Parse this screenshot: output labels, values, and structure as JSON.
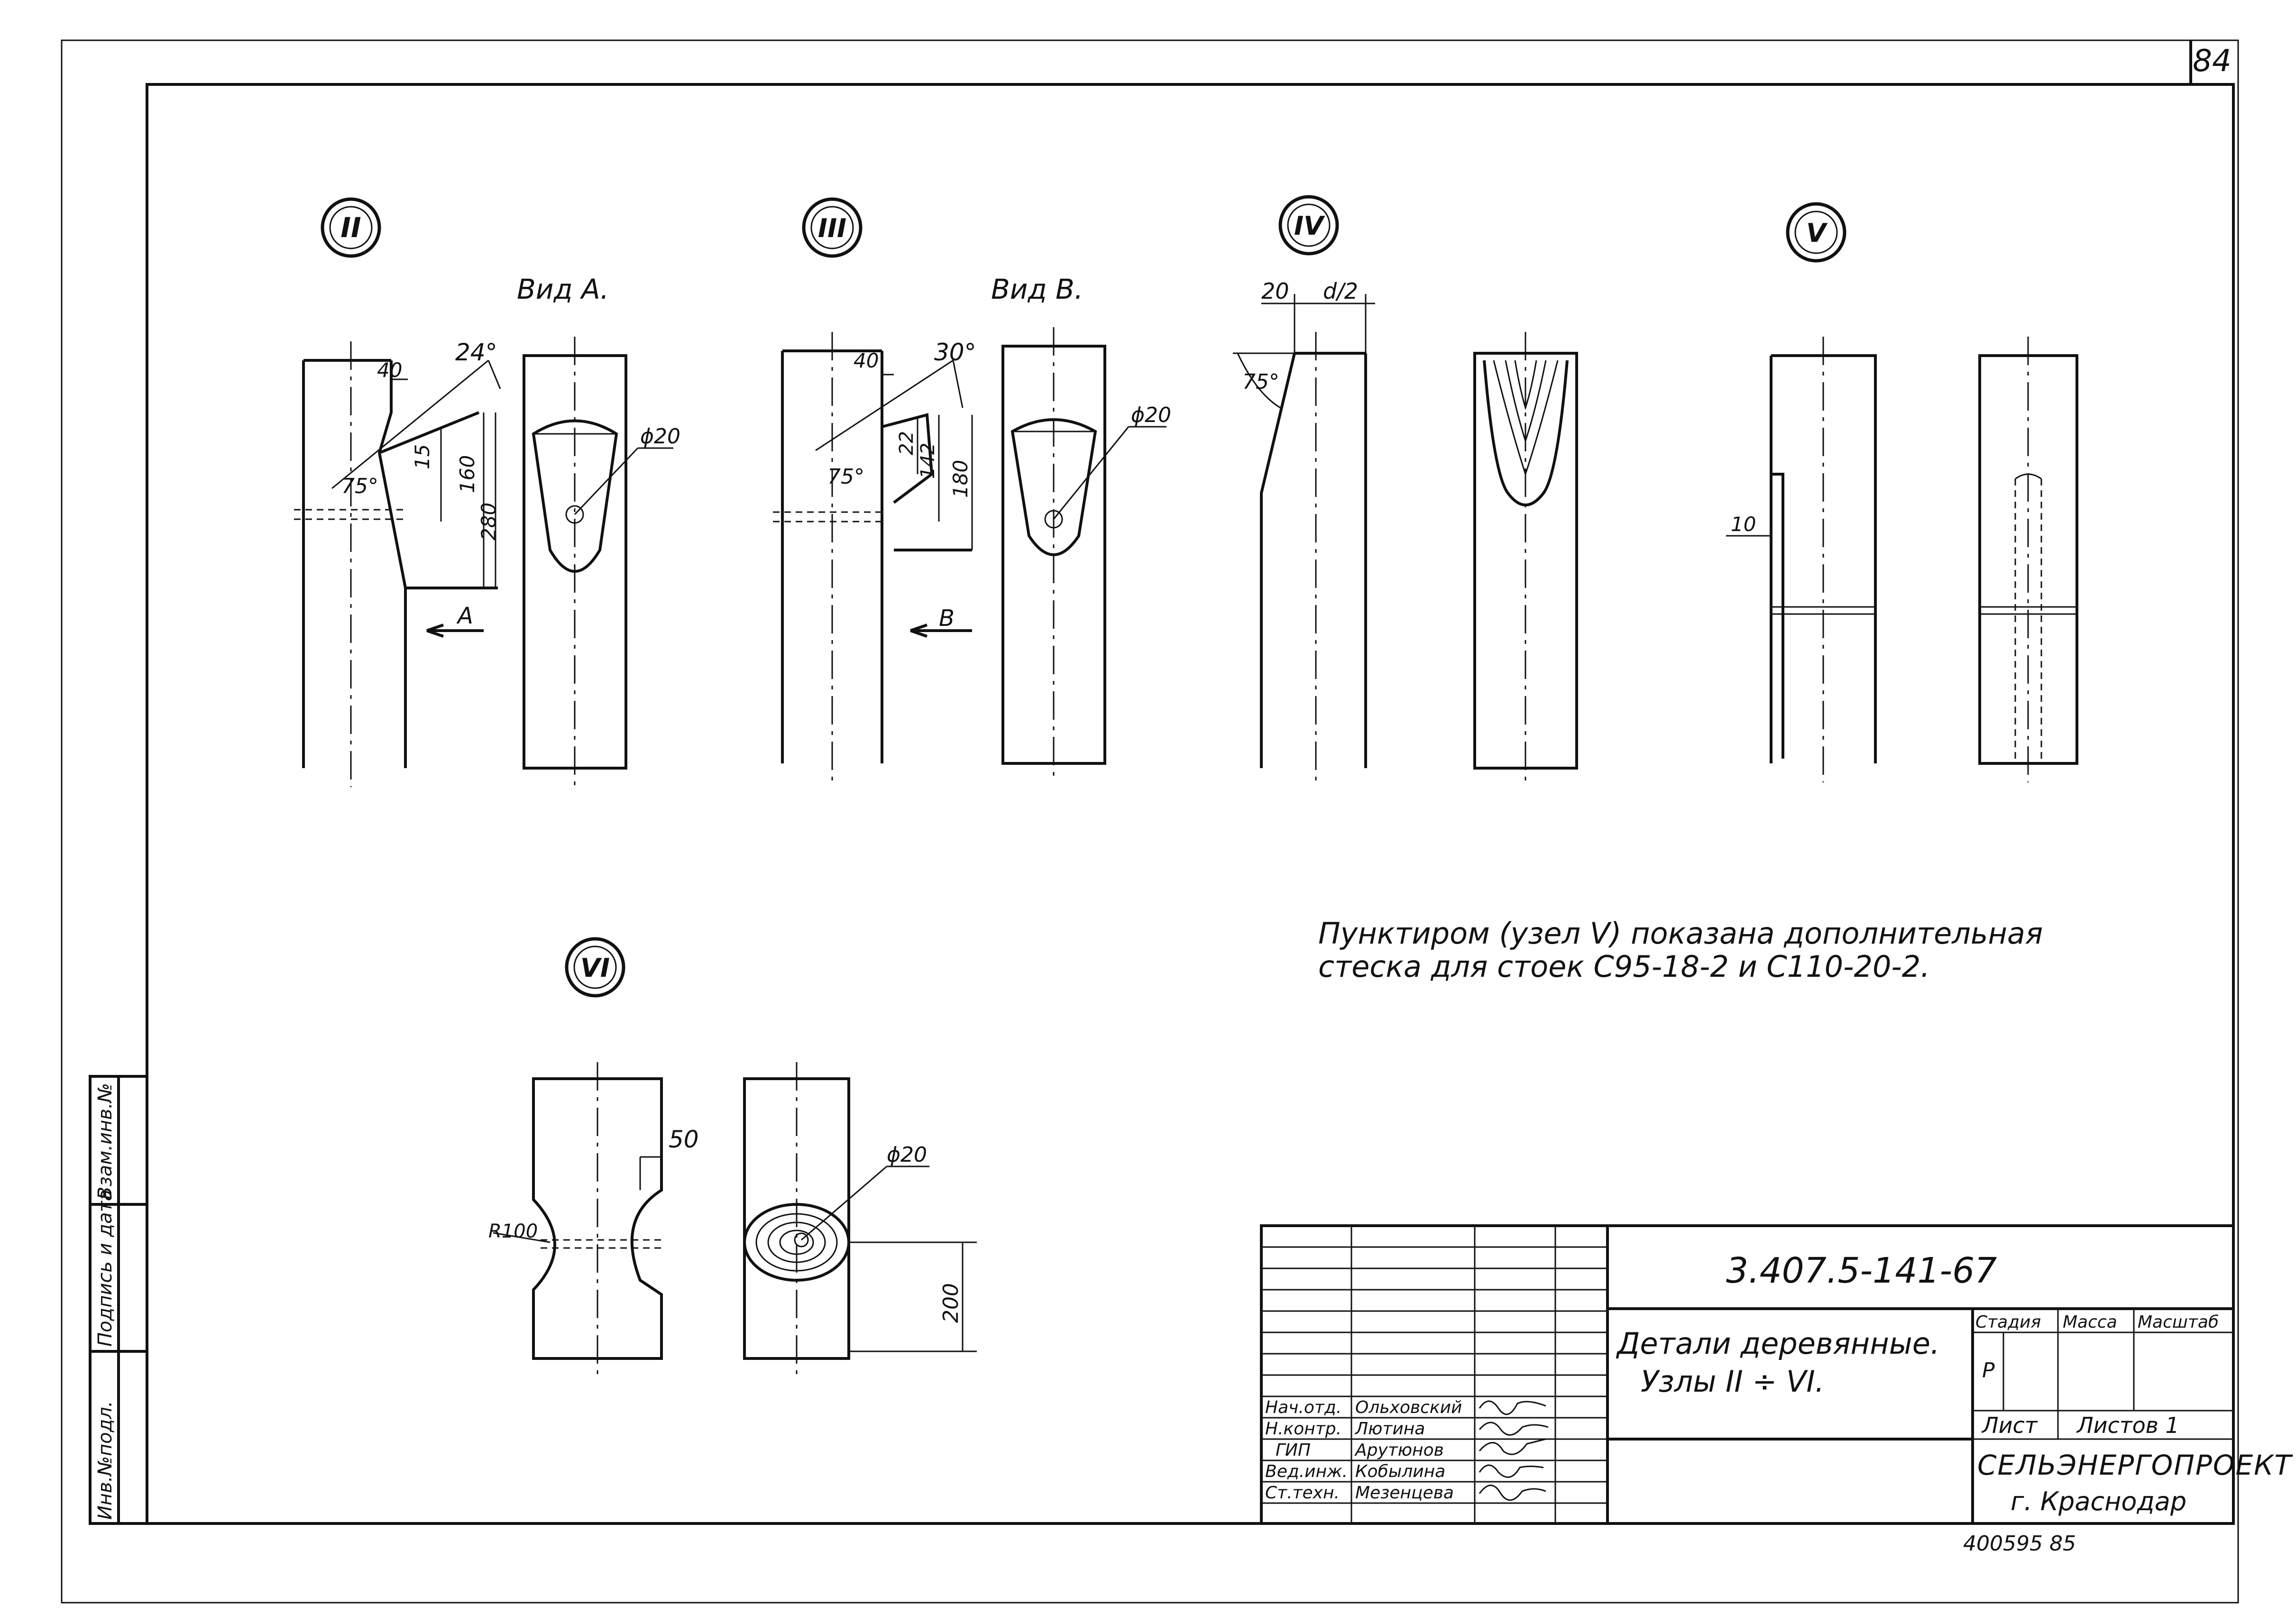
{
  "sheet": {
    "corner_number": "84",
    "inventory": "400595   85"
  },
  "nodes": {
    "n2": {
      "roman": "II",
      "view_label": "Вид А.",
      "arrow_label": "А",
      "angle_top": "24°",
      "angle_left": "75°",
      "dims": [
        "40",
        "15",
        "160",
        "280"
      ],
      "hole": "ϕ20"
    },
    "n3": {
      "roman": "III",
      "view_label": "Вид В.",
      "arrow_label": "В",
      "angle_top": "30°",
      "angle_left": "75°",
      "dims": [
        "40",
        "22",
        "142",
        "180"
      ],
      "hole": "ϕ20"
    },
    "n4": {
      "roman": "IV",
      "dims": [
        "20",
        "d/2"
      ],
      "angle": "75°"
    },
    "n5": {
      "roman": "V",
      "dims": [
        "10"
      ]
    },
    "n6": {
      "roman": "VI",
      "dims": [
        "50",
        "200"
      ],
      "radius": "R100",
      "hole": "ϕ20"
    }
  },
  "note": {
    "line1": "Пунктиром (узел V) показана дополнительная",
    "line2": "стеска для стоек С95-18-2 и С110-20-2."
  },
  "title_block": {
    "doc_number": "3.407.5-141-67",
    "title_line1": "Детали деревянные.",
    "title_line2": "Узлы II ÷ VI.",
    "stage_header": "Стадия",
    "mass_header": "Масса",
    "scale_header": "Масштаб",
    "stage_value": "Р",
    "sheet_label": "Лист",
    "sheets_label": "Листов 1",
    "org": "СЕЛЬЭНЕРГОПРОЕКТ",
    "city": "г. Краснодар",
    "signatures": [
      {
        "role": "Нач.отд.",
        "name": "Ольховский"
      },
      {
        "role": "Н.контр.",
        "name": "Лютина"
      },
      {
        "role": "ГИП",
        "name": "Арутюнов"
      },
      {
        "role": "Вед.инж.",
        "name": "Кобылина"
      },
      {
        "role": "Ст.техн.",
        "name": "Мезенцева"
      }
    ]
  },
  "side_stamp": {
    "cells": [
      "Инв.№подл.",
      "Подпись и дата",
      "Взам.инв.№"
    ]
  }
}
